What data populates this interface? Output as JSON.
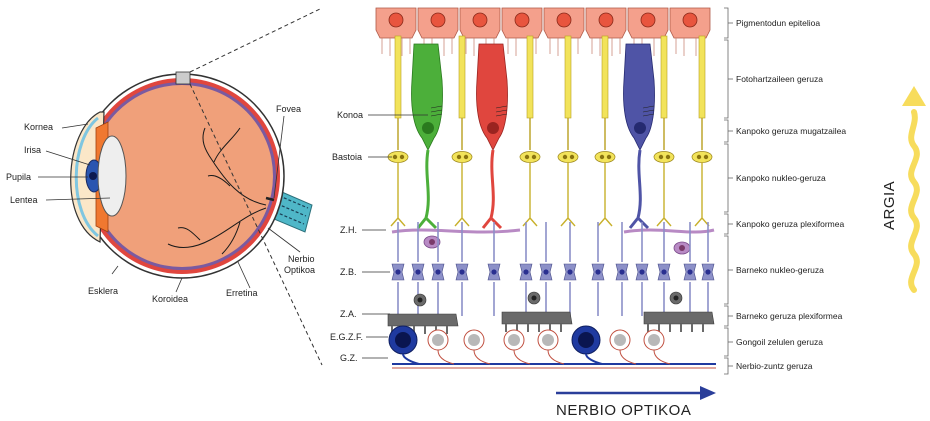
{
  "eye": {
    "labels": {
      "kornea": "Kornea",
      "irisa": "Irisa",
      "pupila": "Pupila",
      "lentea": "Lentea",
      "esklera": "Esklera",
      "koroidea": "Koroidea",
      "erretina": "Erretina",
      "fovea": "Fovea",
      "nerbio_1": "Nerbio",
      "nerbio_2": "Optikoa"
    }
  },
  "retina": {
    "left_labels": {
      "konoa": "Konoa",
      "bastoia": "Bastoia",
      "zh": "Z.H.",
      "zb": "Z.B.",
      "za": "Z.A.",
      "egzf": "E.G.Z.F.",
      "gz": "G.Z."
    },
    "layers": [
      "Pigmentodun epitelioa",
      "Fotohartzaileen geruza",
      "Kanpoko geruza mugatzailea",
      "Kanpoko nukleo-geruza",
      "Kanpoko geruza plexiformea",
      "Barneko nukleo-geruza",
      "Barneko geruza plexiformea",
      "Gongoil zelulen geruza",
      "Nerbio-zuntz geruza"
    ],
    "light_label": "ARGIA",
    "nerve_label": "NERBIO OPTIKOA"
  },
  "colors": {
    "pigment_cell": "#f4a08c",
    "pigment_nucleus": "#e8553e",
    "rod": "#f2e35a",
    "cone_green": "#4caf3a",
    "cone_red": "#e0463e",
    "cone_blue": "#4f54a6",
    "horizontal": "#b88ac4",
    "bipolar": "#8c90c8",
    "amacrine": "#6a6a6a",
    "ganglion_dark": "#1f3aa0",
    "nerve_arrow": "#2a3e9a",
    "light_arrow": "#f7dc5c",
    "eye_body": "#f0a07a"
  }
}
